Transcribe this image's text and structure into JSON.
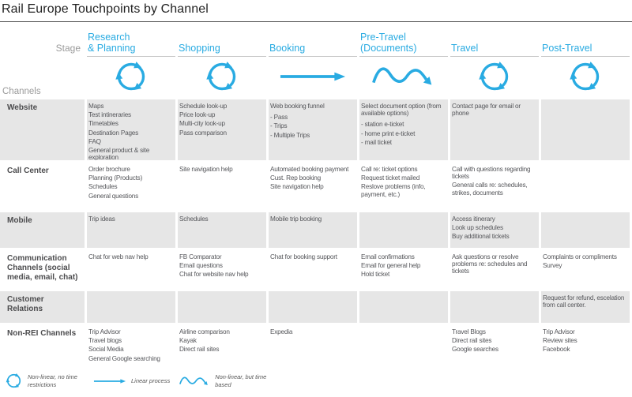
{
  "title": "Rail Europe Touchpoints by Channel",
  "header": {
    "stage_label": "Stage",
    "channels_label": "Channels"
  },
  "colors": {
    "accent": "#29ABE2",
    "row_gray": "#E6E6E6",
    "text": "#55565A",
    "muted": "#9A9A9A"
  },
  "stages": [
    {
      "label": "Research & Planning",
      "label_lines": [
        "Research",
        "& Planning"
      ],
      "icon": "cycle-icon"
    },
    {
      "label": "Shopping",
      "label_lines": [
        "Shopping"
      ],
      "icon": "cycle-icon"
    },
    {
      "label": "Booking",
      "label_lines": [
        "Booking"
      ],
      "icon": "arrow-icon"
    },
    {
      "label": "Pre-Travel (Documents)",
      "label_lines": [
        "Pre-Travel",
        "(Documents)"
      ],
      "icon": "wave-icon"
    },
    {
      "label": "Travel",
      "label_lines": [
        "Travel"
      ],
      "icon": "cycle-icon"
    },
    {
      "label": "Post-Travel",
      "label_lines": [
        "Post-Travel"
      ],
      "icon": "cycle-icon"
    }
  ],
  "rows": [
    {
      "label": "Website",
      "cells": [
        [
          "Maps",
          "Test intineraries",
          "Timetables",
          "Destination Pages",
          "FAQ",
          "General product & site exploration"
        ],
        [
          "Schedule look-up",
          "Price look-up",
          "Multi-city look-up",
          "Pass comparison"
        ],
        [
          "Web booking funnel",
          "- Pass",
          "- Trips",
          "- Multiple Trips"
        ],
        [
          "Select document option (from available options)",
          "- station e-ticket",
          "- home print e-ticket",
          "- mail ticket"
        ],
        [
          "Contact page for email or phone"
        ],
        []
      ]
    },
    {
      "label": "Call Center",
      "cells": [
        [
          "Order brochure",
          "Planning (Products)",
          "Schedules",
          "General questions"
        ],
        [
          "Site navigation help"
        ],
        [
          "Automated booking payment",
          "Cust. Rep booking",
          "Site navigation help"
        ],
        [
          "Call re: ticket options",
          "Request ticket mailed",
          "Reslove problems (info, payment, etc.)"
        ],
        [
          "Call with questions regarding tickets",
          "General calls re: schedules, strikes, documents"
        ],
        []
      ]
    },
    {
      "label": "Mobile",
      "cells": [
        [
          "Trip ideas"
        ],
        [
          "Schedules"
        ],
        [
          "Mobile trip booking"
        ],
        [],
        [
          "Access itinerary",
          "Look up schedules",
          "Buy additional tickets"
        ],
        []
      ]
    },
    {
      "label": "Communication Channels (social media, email, chat)",
      "cells": [
        [
          "Chat for web nav help"
        ],
        [
          "FB Comparator",
          "Email questions",
          "Chat for website nav help"
        ],
        [
          "Chat for booking support"
        ],
        [
          "Email confirmations",
          "Email for general help",
          "Hold ticket"
        ],
        [
          "Ask questions or resolve problems re: schedules and tickets"
        ],
        [
          "Complaints or compliments",
          "Survey"
        ]
      ]
    },
    {
      "label": "Customer Relations",
      "cells": [
        [],
        [],
        [],
        [],
        [],
        [
          "Request for refund, escelation from call center."
        ]
      ]
    },
    {
      "label": "Non-REI Channels",
      "cells": [
        [
          "Trip Advisor",
          "Travel blogs",
          "Social Media",
          "General Google searching"
        ],
        [
          "Airline comparison",
          "Kayak",
          "Direct rail sites"
        ],
        [
          "Expedia"
        ],
        [],
        [
          "Travel Blogs",
          "Direct rail sites",
          "Google searches"
        ],
        [
          "Trip Advisor",
          "Review sites",
          "Facebook"
        ]
      ]
    }
  ],
  "legend": [
    {
      "icon": "cycle-icon",
      "label": "Non-linear, no time restrictions"
    },
    {
      "icon": "arrow-icon",
      "label": "Linear process"
    },
    {
      "icon": "wave-icon",
      "label": "Non-linear, but time based"
    }
  ]
}
